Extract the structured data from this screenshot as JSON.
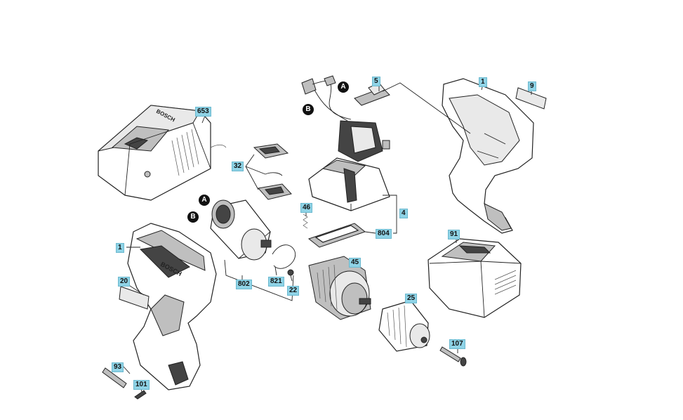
{
  "callouts": {
    "p653": "653",
    "p32": "32",
    "p1_left": "1",
    "p20": "20",
    "p93": "93",
    "p101": "101",
    "p802": "802",
    "p821": "821",
    "p22": "22",
    "p46": "46",
    "p804": "804",
    "p4": "4",
    "p45": "45",
    "p25": "25",
    "p107": "107",
    "p91": "91",
    "p5": "5",
    "p1_right": "1",
    "p9": "9"
  },
  "refs": {
    "a_top": "A",
    "b_top": "B",
    "a_motor": "A",
    "b_motor": "B"
  },
  "brand": {
    "charger_text": "BOSCH",
    "housing_text": "BOSCH"
  }
}
